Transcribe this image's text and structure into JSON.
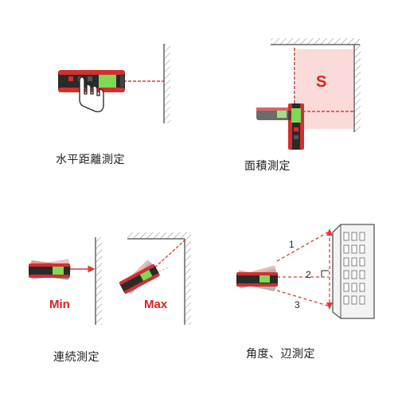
{
  "panels": [
    {
      "caption": "水平距離測定"
    },
    {
      "caption": "面積測定",
      "area_symbol": "S"
    },
    {
      "caption": "連続測定",
      "min_label": "Min",
      "max_label": "Max"
    },
    {
      "caption": "角度、辺測定",
      "markers": [
        "1",
        "2",
        "3"
      ]
    }
  ],
  "colors": {
    "laser": "#e53935",
    "device_body": "#2a2a2a",
    "device_trim": "#d32f2f",
    "screen": "#7ed957",
    "wall": "#888888",
    "area_fill": "#fbdada",
    "label_red": "#e02020"
  }
}
